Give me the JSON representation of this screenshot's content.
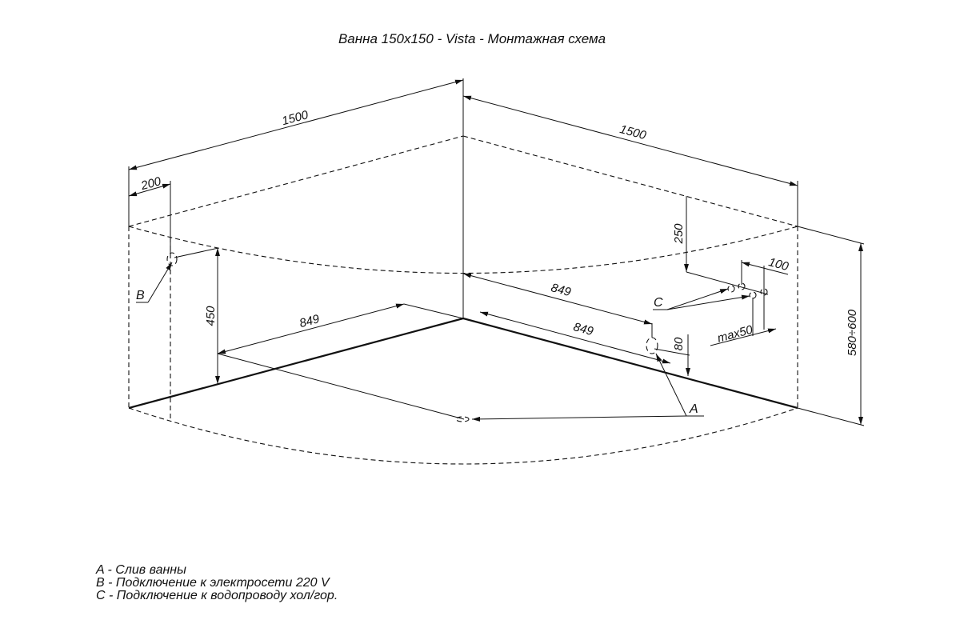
{
  "title": "Ванна 150х150 - Vista - Монтажная схема",
  "dimensions": {
    "width_left": "1500",
    "width_right": "1500",
    "b_offset": "200",
    "b_height": "450",
    "left_849": "849",
    "right_849_upper": "849",
    "right_849_lower": "849",
    "c_height": "250",
    "c_spacing": "100",
    "c_max": "max50",
    "a_height": "80",
    "total_height": "580÷600"
  },
  "markers": {
    "a": "A",
    "b": "B",
    "c": "C"
  },
  "legend": [
    "A - Слив ванны",
    "B - Подключение к электросети 220 V",
    "C - Подключение к водопроводу хол/гор."
  ]
}
